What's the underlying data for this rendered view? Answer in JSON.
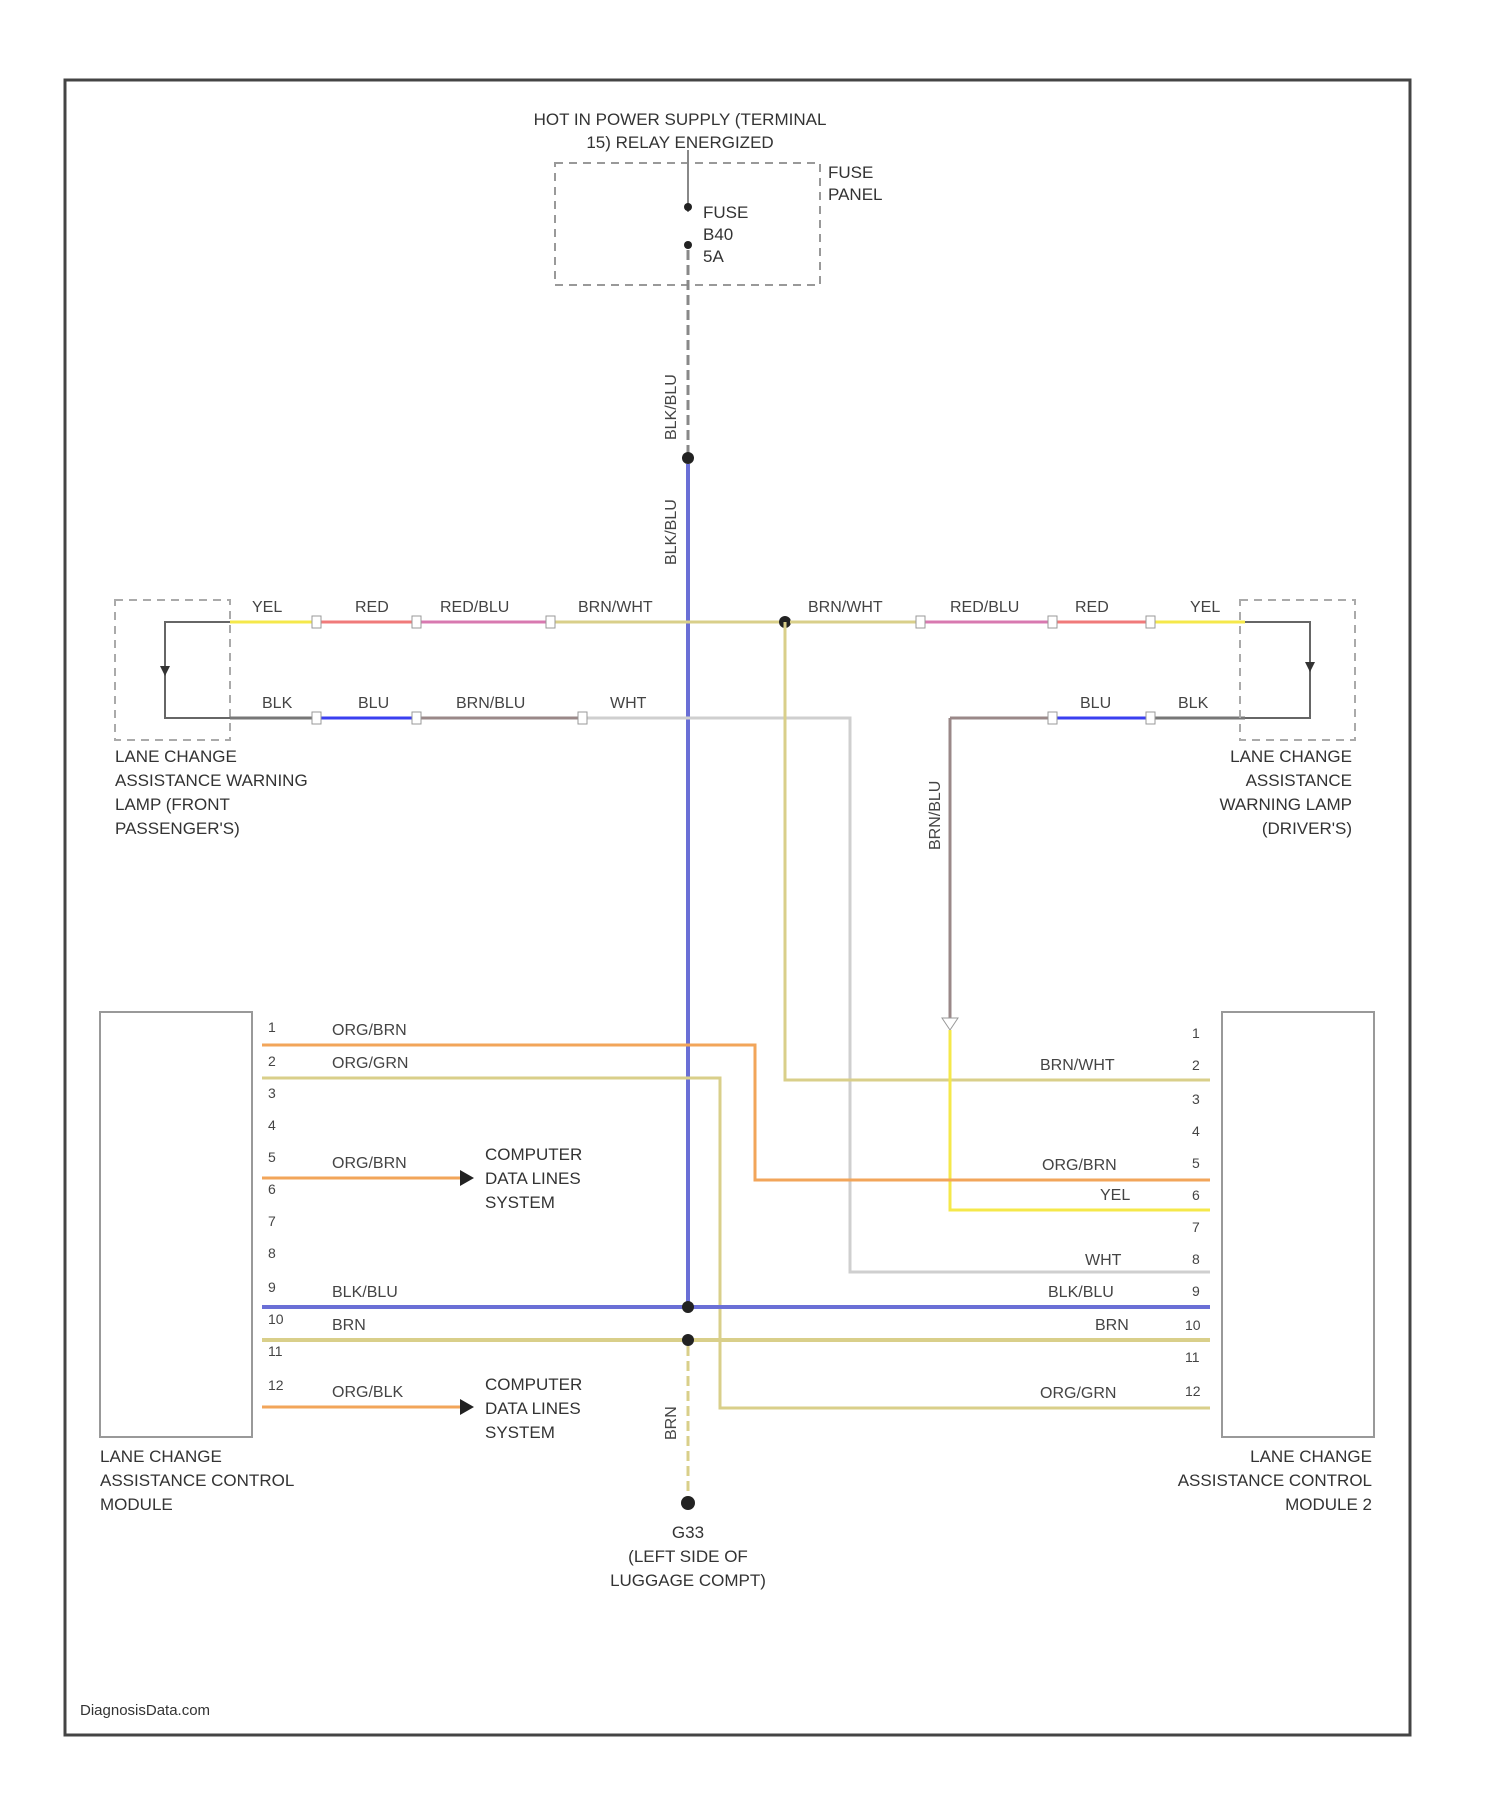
{
  "supply": {
    "line1": "HOT IN POWER SUPPLY (TERMINAL",
    "line2": "15) RELAY ENERGIZED"
  },
  "fuse_panel": {
    "line1": "FUSE",
    "line2": "PANEL"
  },
  "fuse": {
    "line1": "FUSE",
    "line2": "B40",
    "line3": "5A"
  },
  "wires": {
    "blu_blu_top": "BLK/BLU",
    "blu_blu_mid": "BLK/BLU",
    "yel": "YEL",
    "red": "RED",
    "red_blu": "RED/BLU",
    "brn_wht": "BRN/WHT",
    "blk": "BLK",
    "blu": "BLU",
    "brn_blu": "BRN/BLU",
    "wht": "WHT",
    "org_brn": "ORG/BRN",
    "org_grn": "ORG/GRN",
    "org_blk": "ORG/BLK",
    "blk_blu": "BLK/BLU",
    "brn": "BRN"
  },
  "lamp_left": {
    "line1": "LANE CHANGE",
    "line2": "ASSISTANCE WARNING",
    "line3": "LAMP (FRONT",
    "line4": "PASSENGER'S)"
  },
  "lamp_right": {
    "line1": "LANE CHANGE",
    "line2": "ASSISTANCE",
    "line3": "WARNING LAMP",
    "line4": "(DRIVER'S)"
  },
  "module_left": {
    "line1": "LANE CHANGE",
    "line2": "ASSISTANCE CONTROL",
    "line3": "MODULE"
  },
  "module_right": {
    "line1": "LANE CHANGE",
    "line2": "ASSISTANCE CONTROL",
    "line3": "MODULE 2"
  },
  "cdl": {
    "line1": "COMPUTER",
    "line2": "DATA LINES",
    "line3": "SYSTEM"
  },
  "ground": {
    "line1": "G33",
    "line2": "(LEFT SIDE OF",
    "line3": "LUGGAGE COMPT)"
  },
  "pins": [
    "1",
    "2",
    "3",
    "4",
    "5",
    "6",
    "7",
    "8",
    "9",
    "10",
    "11",
    "12"
  ],
  "footer": "DiagnosisData.com",
  "colors": {
    "blu": "#6a6fd6",
    "org": "#f2a55a",
    "tan": "#d9cf8a",
    "yel": "#f5e84a",
    "red": "#f07a7a",
    "pink": "#d879b0",
    "blue": "#3a3ff0",
    "wht": "#cfcfcf",
    "brn_blu": "#9a8888"
  }
}
